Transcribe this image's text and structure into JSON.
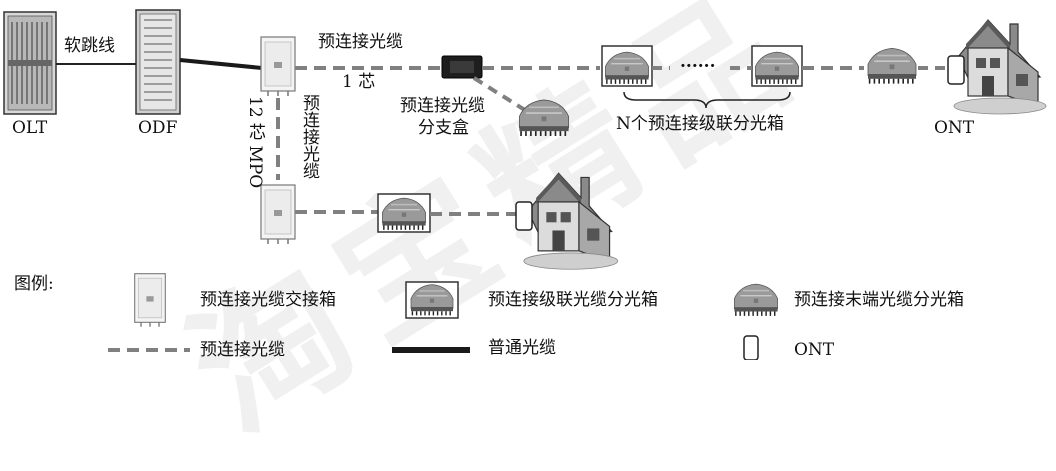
{
  "watermark": "淘宝精品",
  "labels": {
    "olt": "OLT",
    "odf": "ODF",
    "soft_jumper": "软跳线",
    "precon_cable_top": "预连接光缆",
    "one_core": "1 芯",
    "branch_box_line1": "预连接光缆",
    "branch_box_line2": "分支盒",
    "dots": "......",
    "n_cascade": "N个预连接级联分光箱",
    "ont": "ONT",
    "core_mpo": "12 芯 MPO",
    "precon_cable_vertical": "预连接光缆"
  },
  "legend": {
    "title": "图例:",
    "cross_box": "预连接光缆交接箱",
    "cascade_box": "预连接级联光缆分光箱",
    "end_box": "预连接末端光缆分光箱",
    "precon_cable": "预连接光缆",
    "normal_cable": "普通光缆",
    "ont": "ONT"
  },
  "colors": {
    "precon_cable": "#808080",
    "normal_cable": "#1a1a1a",
    "box_fill": "#9a9a9a",
    "frame": "#444444"
  }
}
